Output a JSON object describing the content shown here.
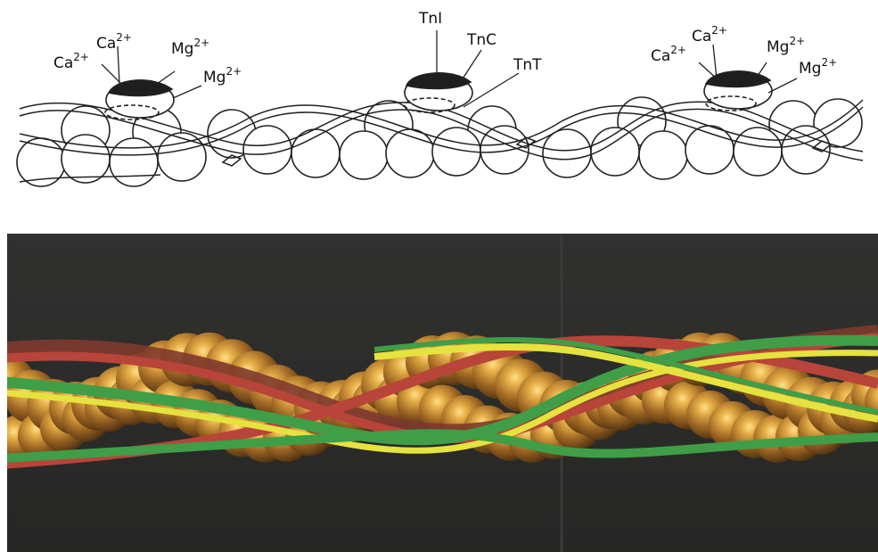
{
  "labels": {
    "left_ca_1": "Ca",
    "left_ca_1_charge": "2+",
    "left_ca_2": "Ca",
    "left_ca_2_charge": "2+",
    "left_mg_1": "Mg",
    "left_mg_1_charge": "2+",
    "left_mg_2": "Mg",
    "left_mg_2_charge": "2+",
    "mid_tni": "TnI",
    "mid_tnc": "TnC",
    "mid_tnt": "TnT",
    "right_ca_1": "Ca",
    "right_ca_1_charge": "2+",
    "right_ca_2": "Ca",
    "right_ca_2_charge": "2+",
    "right_mg_1": "Mg",
    "right_mg_1_charge": "2+",
    "right_mg_2": "Mg",
    "right_mg_2_charge": "2+"
  },
  "colors": {
    "page_background": "#ffffff",
    "render_background": "#2a2a29",
    "actin_gold": "#b07a2a",
    "actin_highlight": "#ffd870",
    "strand_red": "#b8443a",
    "strand_green": "#3f9e47",
    "strand_yellow": "#e6e23f",
    "troponin_dark": "#1e1e1e",
    "line_art": "#222222"
  }
}
